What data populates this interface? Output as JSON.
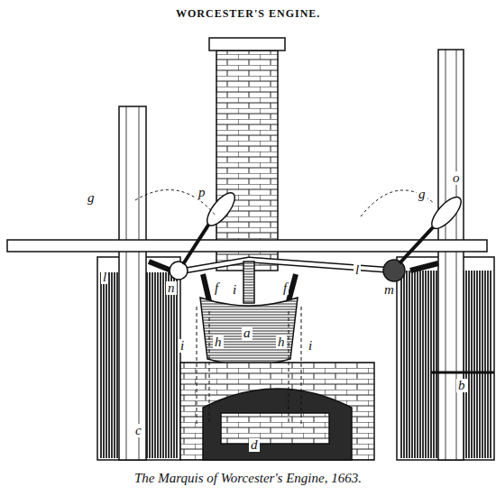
{
  "diagram": {
    "title": "WORCESTER'S ENGINE.",
    "caption": "The Marquis of Worcester's Engine, 1663.",
    "labels": [
      "g",
      "p",
      "g",
      "o",
      "l",
      "n",
      "f",
      "i",
      "f",
      "l",
      "m",
      "i",
      "h",
      "a",
      "h",
      "i",
      "b",
      "c",
      "d"
    ]
  }
}
